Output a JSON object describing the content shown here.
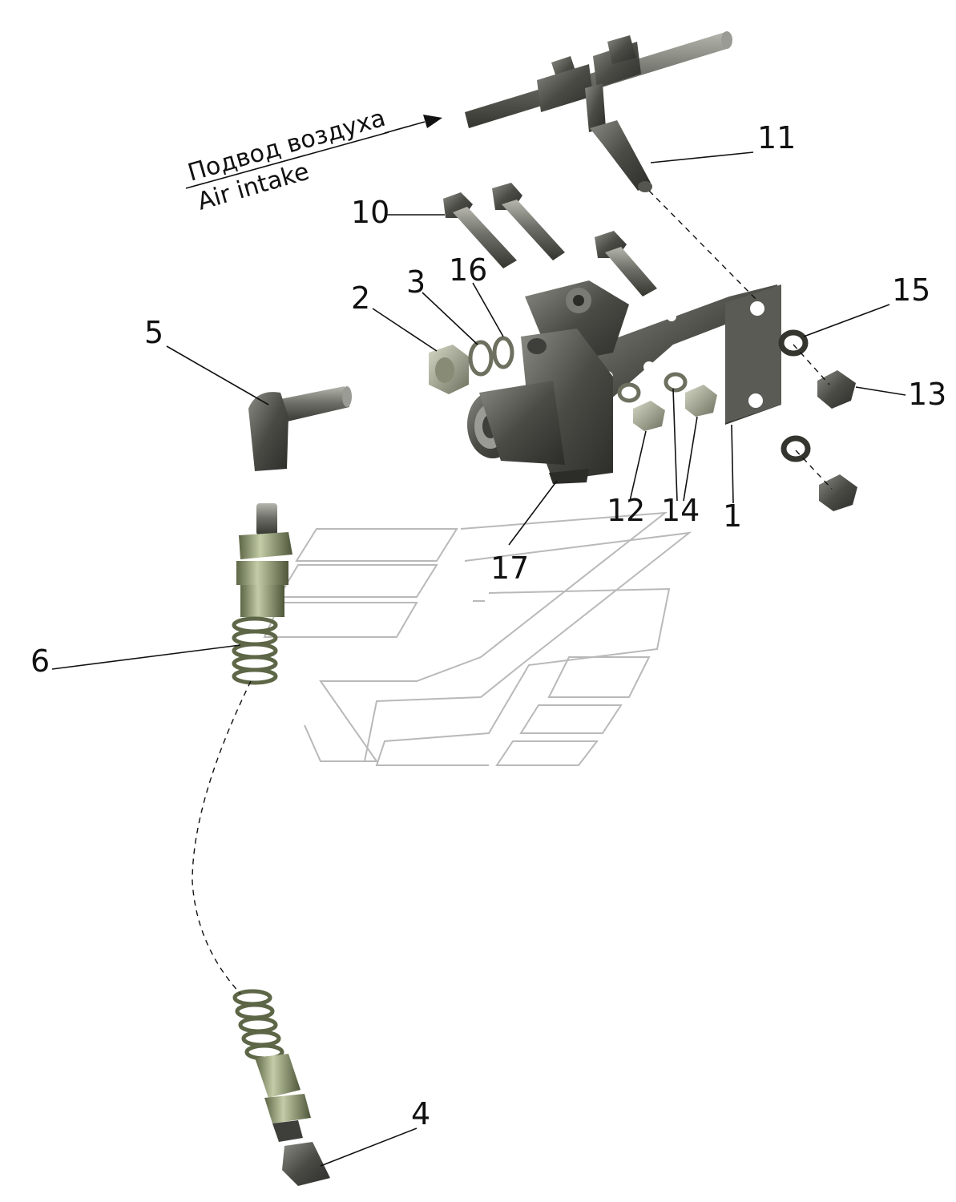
{
  "annotation": {
    "ru": "Подвод воздуха",
    "en": "Air intake"
  },
  "callouts": [
    "1",
    "2",
    "3",
    "4",
    "5",
    "6",
    "10",
    "11",
    "12",
    "13",
    "14",
    "15",
    "16",
    "17"
  ],
  "colors": {
    "part_dark": "#3e3f3a",
    "part_mid": "#6b6c66",
    "part_light": "#9a9b94",
    "brass": "#a9b48e",
    "brass_dark": "#5d6646",
    "watermark": "#b9b9b9",
    "line": "#111111"
  }
}
